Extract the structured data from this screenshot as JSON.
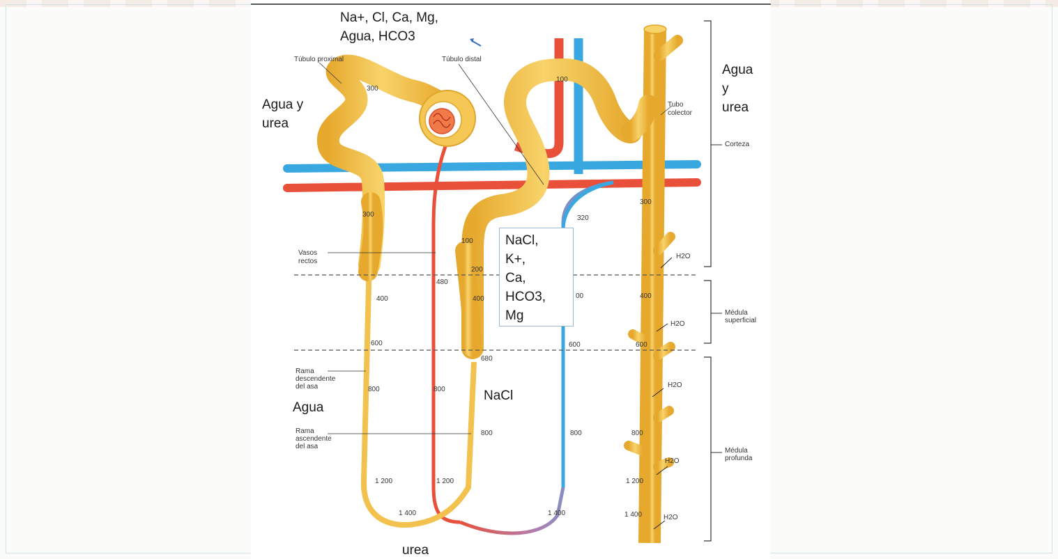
{
  "overlay": {
    "top_ions_line1": "Na+, Cl, Ca, Mg,",
    "top_ions_line2": "Agua,  HCO3",
    "left_agua_urea_line1": "Agua y",
    "left_agua_urea_line2": "urea",
    "right_agua_urea": [
      "Agua",
      "y",
      "urea"
    ],
    "box_ions": [
      "NaCl,",
      "K+,",
      "Ca,",
      "HCO3,",
      "Mg"
    ],
    "nacl": "NaCl",
    "agua": "Agua",
    "urea_bottom": "urea"
  },
  "labels": {
    "tubulo_proximal": "Túbulo proximal",
    "tubulo_distal": "Túbulo distal",
    "tubo_colector_line1": "Tubo",
    "tubo_colector_line2": "colector",
    "corteza": "Corteza",
    "vasos_rectos_line1": "Vasos",
    "vasos_rectos_line2": "rectos",
    "rama_desc": [
      "Rama",
      "descendente",
      "del asa"
    ],
    "rama_asc": [
      "Rama",
      "ascendente",
      "del asa"
    ],
    "medula_superficial": [
      "Médula",
      "superficial"
    ],
    "medula_profunda": [
      "Médula",
      "profunda"
    ],
    "h2o": "H2O"
  },
  "osmolarity": {
    "prox_300_top": "300",
    "prox_300_desc": "300",
    "desc_400": "400",
    "desc_600": "600",
    "desc_800": "800",
    "desc_1200": "1 200",
    "loop_1400": "1 400",
    "vr_480": "480",
    "vr_800": "800",
    "vr_1200": "1 200",
    "asc_100": "100",
    "asc_200": "200",
    "asc_400": "400",
    "asc_680": "680",
    "asc_800": "800",
    "distal_100": "100",
    "vb_320": "320",
    "vb_x00": "00",
    "vb_600": "600",
    "vb_800": "800",
    "vb_1400": "1 400",
    "col_300": "300",
    "col_400": "400",
    "col_600": "600",
    "col_800": "800",
    "col_1200": "1 200",
    "col_1400": "1 400"
  },
  "colors": {
    "tubule": "#f2c14e",
    "tubule_edge": "#e0a52a",
    "artery": "#e8503a",
    "vein": "#3aa8e0",
    "text": "#1a1a1a"
  }
}
